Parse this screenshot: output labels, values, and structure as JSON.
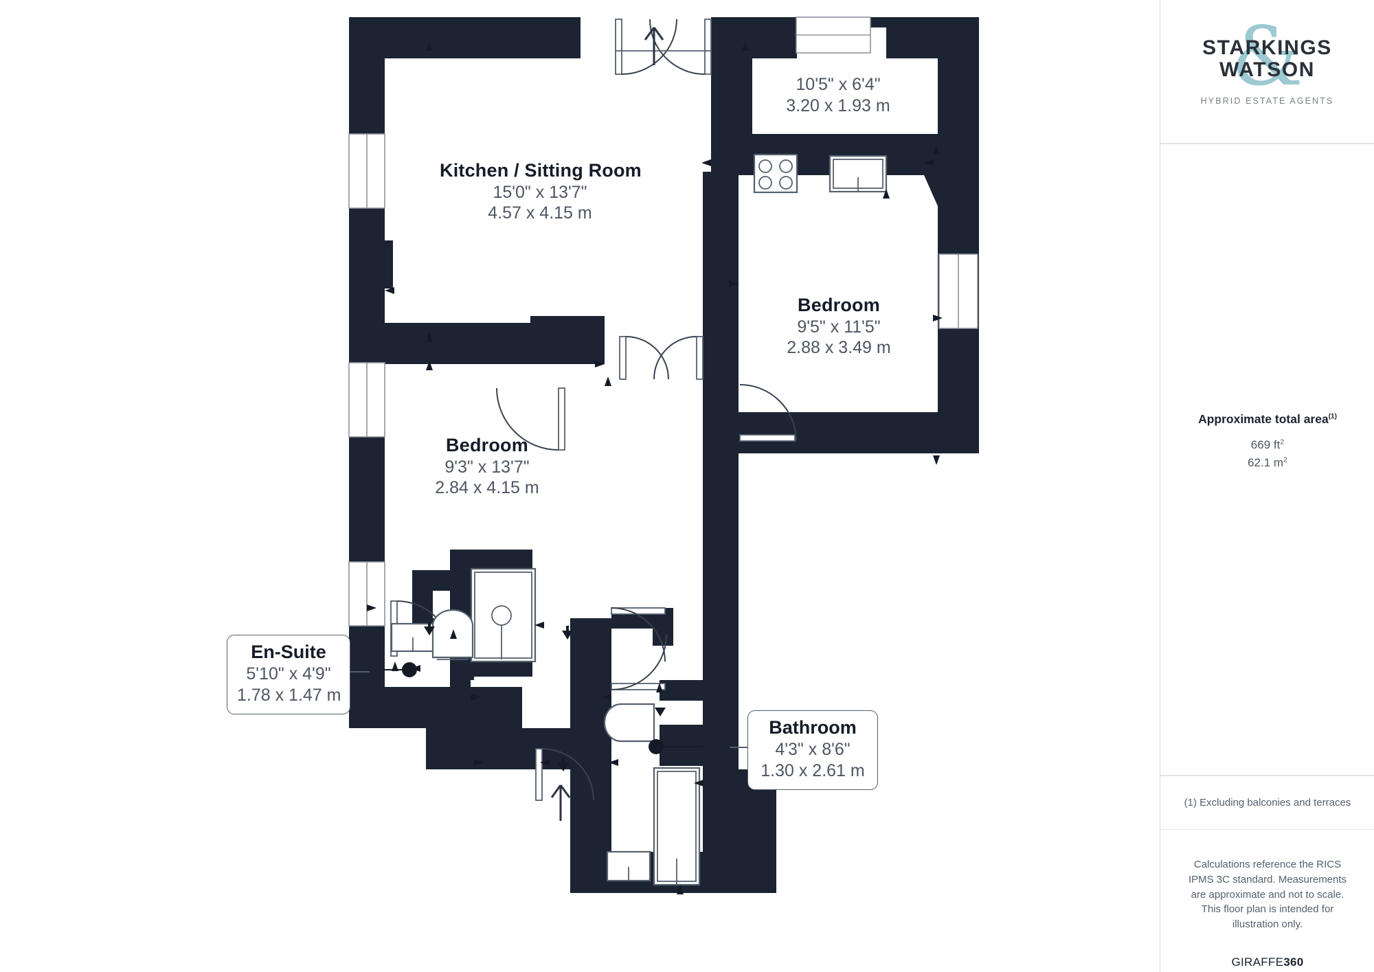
{
  "document": {
    "type": "floor-plan",
    "wall_color": "#1c2433",
    "accent_color": "#9cc9d2"
  },
  "rooms": [
    {
      "id": "kitchen-sitting-room",
      "name": "Kitchen / Sitting Room",
      "imperial": "15'0\" x 13'7\"",
      "metric": "4.57 x 4.15 m"
    },
    {
      "id": "kitchen-recess",
      "name": "",
      "imperial": "10'5\" x 6'4\"",
      "metric": "3.20 x 1.93 m"
    },
    {
      "id": "bedroom-right",
      "name": "Bedroom",
      "imperial": "9'5\" x 11'5\"",
      "metric": "2.88 x 3.49 m"
    },
    {
      "id": "bedroom-left",
      "name": "Bedroom",
      "imperial": "9'3\" x 13'7\"",
      "metric": "2.84 x 4.15 m"
    },
    {
      "id": "en-suite",
      "name": "En-Suite",
      "imperial": "5'10\" x 4'9\"",
      "metric": "1.78 x 1.47 m"
    },
    {
      "id": "bathroom",
      "name": "Bathroom",
      "imperial": "4'3\" x 8'6\"",
      "metric": "1.30 x 2.61 m"
    }
  ],
  "sidebar": {
    "logo": {
      "line1": "STARKINGS",
      "line2": "WATSON",
      "ampersand": "&",
      "tagline": "HYBRID ESTATE AGENTS"
    },
    "area": {
      "title": "Approximate total area",
      "title_sup": "(1)",
      "imperial": "669 ft",
      "imperial_sup": "2",
      "metric": "62.1 m",
      "metric_sup": "2"
    },
    "footnote": "(1) Excluding balconies and terraces",
    "legal": "Calculations reference the RICS IPMS 3C standard. Measurements are approximate and not to scale. This floor plan is intended for illustration only.",
    "brand": {
      "name": "GIRAFFE",
      "suffix": "360"
    }
  }
}
